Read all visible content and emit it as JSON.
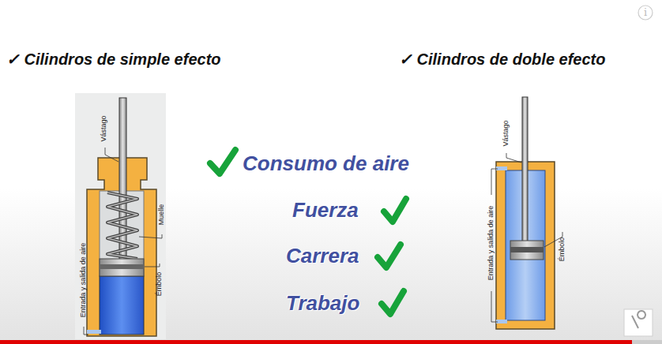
{
  "diagram": {
    "labels": [
      "✓ Cilindros de simple efecto",
      "✓ Cilindros de doble efecto",
      "Vástago",
      "Muelle",
      "Entrada y salida de aire",
      "Émbolo",
      "Consumo de aire",
      "Fuerza",
      "Carrera",
      "Trabajo",
      "Vástago",
      "Entrada y salida de aire",
      "Émbolo",
      "i"
    ]
  }
}
